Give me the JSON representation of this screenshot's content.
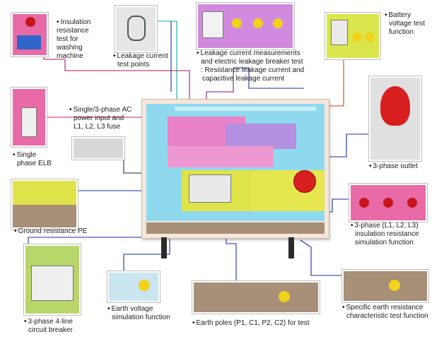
{
  "callouts": [
    {
      "id": "insulation",
      "bullet": "•",
      "lines": [
        "Insulation",
        "resistance",
        "test for",
        "washing",
        "machine"
      ]
    },
    {
      "id": "leak_points",
      "bullet": "•",
      "lines": [
        "Leakage current",
        "test points"
      ]
    },
    {
      "id": "leak_meas",
      "bullet": "•",
      "lines": [
        "Leakage current measurements",
        "and electric leakage breaker test",
        ": Resistance leakage current and",
        "capacitive leakage current"
      ]
    },
    {
      "id": "battery",
      "bullet": "•",
      "lines": [
        "Battery",
        "voltage test",
        "function"
      ]
    },
    {
      "id": "single_elb",
      "bullet": "•",
      "lines": [
        "Single",
        "phase ELB"
      ]
    },
    {
      "id": "power_input",
      "bullet": "•",
      "lines": [
        "Single/3-phase AC",
        "power input and",
        "L1, L2, L3 fuse"
      ]
    },
    {
      "id": "outlet3",
      "bullet": "•",
      "lines": [
        "3-phase outlet"
      ]
    },
    {
      "id": "ground_pe",
      "bullet": "•",
      "lines": [
        "Ground resistance PE"
      ]
    },
    {
      "id": "insul3",
      "bullet": "•",
      "lines": [
        "3-phase (L1, L2, L3)",
        "insulation resistance",
        "simulation function"
      ]
    },
    {
      "id": "cb4",
      "bullet": "•",
      "lines": [
        "3-phase 4-line",
        "circuit breaker"
      ]
    },
    {
      "id": "earth_volt",
      "bullet": "•",
      "lines": [
        "Earth voltage",
        "simulation function"
      ]
    },
    {
      "id": "earth_poles",
      "bullet": "•",
      "lines": [
        "Earth poles (P1, C1, P2, C2) for test"
      ]
    },
    {
      "id": "earth_res",
      "bullet": "•",
      "lines": [
        "Specific earth resistance",
        "characteristic test function"
      ]
    }
  ],
  "colors": {
    "pink": "#e64fa3",
    "cyan": "#2fb6dd",
    "purple": "#9b6fd2",
    "yellow_green": "#dfe34a",
    "panel_frame": "#f4e6da",
    "knob_yellow": "#f3d21a",
    "red": "#d81e1e",
    "wire_blue": "#1a2f9a"
  }
}
